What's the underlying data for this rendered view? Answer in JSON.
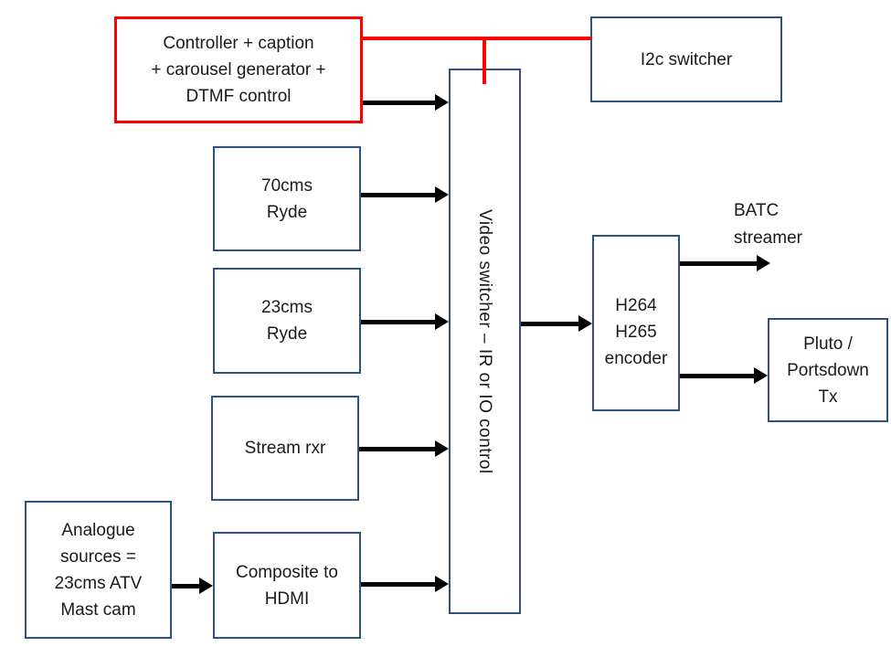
{
  "colors": {
    "background": "#ffffff",
    "blue_box_border": "#2e5183",
    "red_accent": "#ff0000",
    "connector_black": "#000000",
    "text": "#1a1a1a"
  },
  "diagram": {
    "nodes": {
      "controller": {
        "label": "Controller + caption\n+ carousel generator +\nDTMF control",
        "border_color": "#ff0000"
      },
      "i2c_switcher": {
        "label": "I2c switcher"
      },
      "video_switcher": {
        "label": "Video switcher – IR or IO control"
      },
      "ryde_70cms": {
        "label": "70cms\nRyde"
      },
      "ryde_23cms": {
        "label": "23cms\nRyde"
      },
      "stream_rxr": {
        "label": "Stream rxr"
      },
      "composite_to_hdmi": {
        "label": "Composite to\nHDMI"
      },
      "analogue_sources": {
        "label": "Analogue\nsources =\n23cms ATV\nMast cam"
      },
      "encoder": {
        "label": "H264\nH265\nencoder"
      },
      "pluto": {
        "label": "Pluto /\nPortsdown\nTx"
      },
      "batc_streamer": {
        "label": "BATC\nstreamer"
      }
    },
    "connections": [
      {
        "from": "controller",
        "to": "i2c_switcher",
        "style": "line",
        "color": "red"
      },
      {
        "from": "controller",
        "to": "video_switcher",
        "style": "line-drop",
        "color": "red"
      },
      {
        "from": "controller",
        "to": "video_switcher",
        "style": "arrow",
        "color": "black"
      },
      {
        "from": "ryde_70cms",
        "to": "video_switcher",
        "style": "arrow",
        "color": "black"
      },
      {
        "from": "ryde_23cms",
        "to": "video_switcher",
        "style": "arrow",
        "color": "black"
      },
      {
        "from": "stream_rxr",
        "to": "video_switcher",
        "style": "arrow",
        "color": "black"
      },
      {
        "from": "composite_to_hdmi",
        "to": "video_switcher",
        "style": "arrow",
        "color": "black"
      },
      {
        "from": "analogue_sources",
        "to": "composite_to_hdmi",
        "style": "arrow",
        "color": "black"
      },
      {
        "from": "video_switcher",
        "to": "encoder",
        "style": "arrow",
        "color": "black"
      },
      {
        "from": "encoder",
        "to": "batc_streamer",
        "style": "arrow",
        "color": "black"
      },
      {
        "from": "encoder",
        "to": "pluto",
        "style": "arrow",
        "color": "black"
      }
    ]
  }
}
